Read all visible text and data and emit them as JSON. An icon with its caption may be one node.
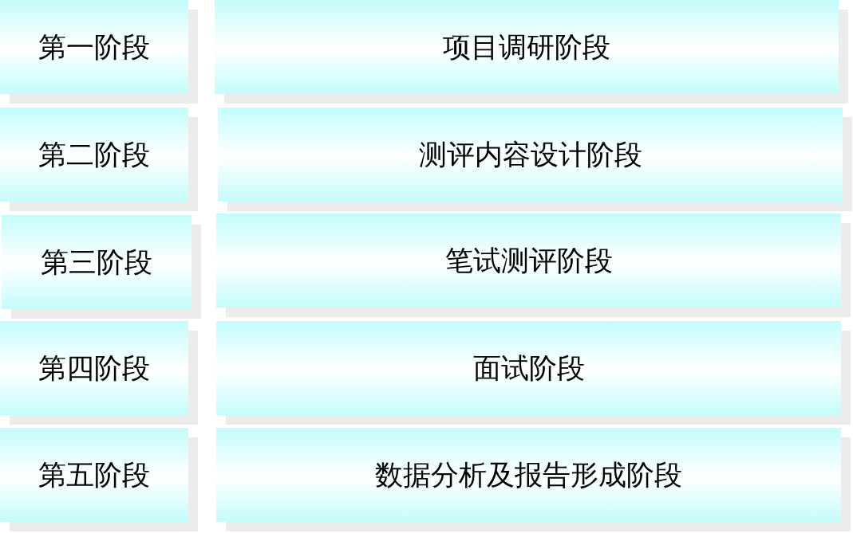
{
  "diagram": {
    "nodes": [
      {
        "text": [
          "第一阶段"
        ]
      },
      {
        "text": [
          "项目调研阶段"
        ]
      },
      {
        "text": [
          "第二阶段"
        ]
      },
      {
        "text": [
          "测评内容设计阶段"
        ]
      },
      {
        "text": [
          "第三阶段"
        ]
      },
      {
        "text": [
          "笔试测评阶段"
        ]
      },
      {
        "text": [
          "第四阶段"
        ]
      },
      {
        "text": [
          "面试阶段"
        ]
      },
      {
        "text": [
          "第五阶段"
        ]
      },
      {
        "text": [
          "数据分析及报告形成阶段"
        ]
      }
    ]
  }
}
